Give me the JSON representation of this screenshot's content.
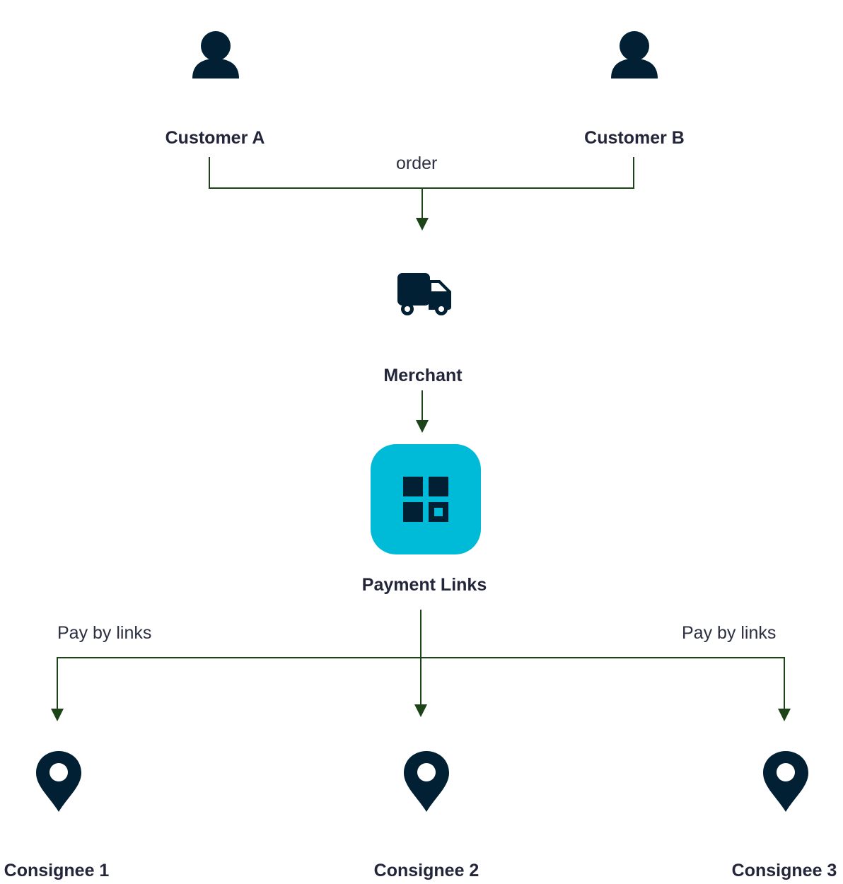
{
  "nodes": {
    "customer_a": {
      "label": "Customer A",
      "icon": "person-icon"
    },
    "customer_b": {
      "label": "Customer B",
      "icon": "person-icon"
    },
    "merchant": {
      "label": "Merchant",
      "icon": "truck-icon"
    },
    "payment_links": {
      "label": "Payment Links",
      "icon": "grid-icon"
    },
    "consignee_1": {
      "label": "Consignee 1",
      "icon": "location-pin-icon"
    },
    "consignee_2": {
      "label": "Consignee 2",
      "icon": "location-pin-icon"
    },
    "consignee_3": {
      "label": "Consignee 3",
      "icon": "location-pin-icon"
    }
  },
  "edges": {
    "order": "order",
    "pay_left": "Pay by links",
    "pay_right": "Pay by links"
  },
  "colors": {
    "icon": "#022033",
    "connector": "#1d4419",
    "accent": "#00bbd7",
    "text": "#23263a"
  }
}
